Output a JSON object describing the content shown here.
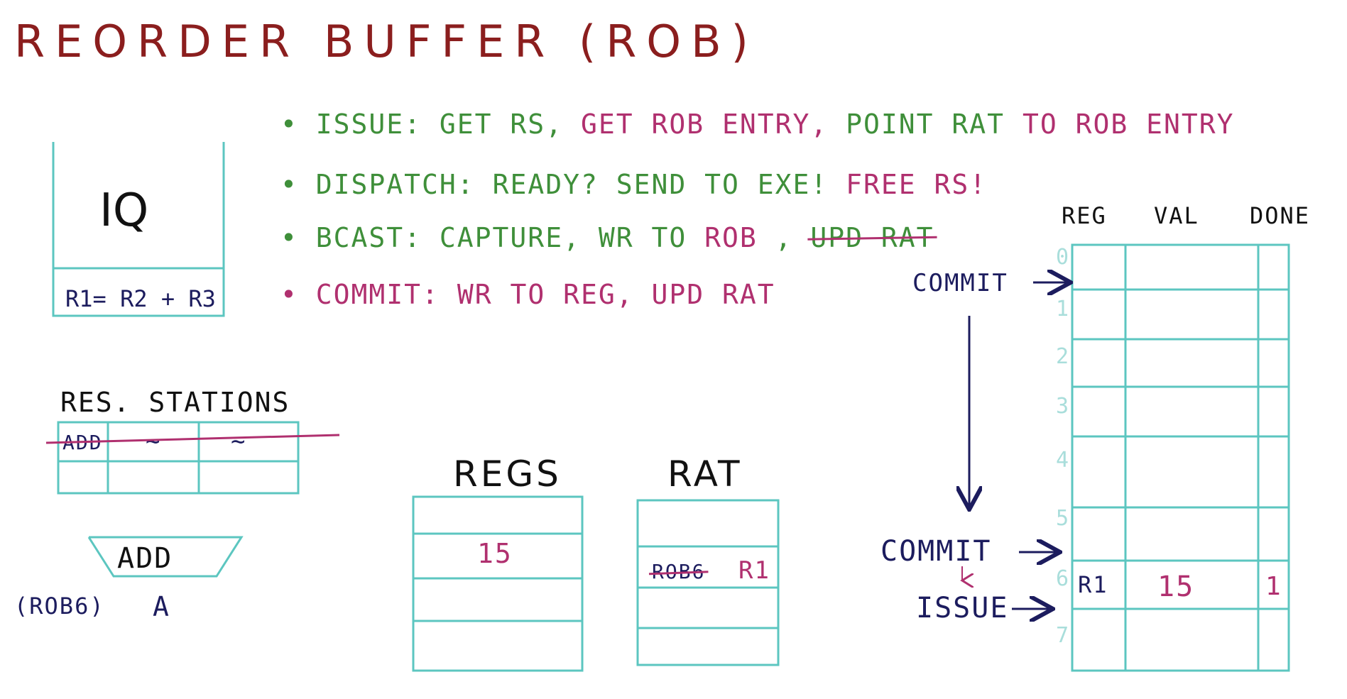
{
  "title": "REORDER BUFFER (ROB)",
  "colors": {
    "title": "#8b1e1e",
    "green": "#3f8f3a",
    "magenta": "#b0306f",
    "navy": "#1c1c5e",
    "teal": "#5cc6c0",
    "black": "#111111",
    "slot_numbers": "#a9dedb"
  },
  "steps": {
    "issue": {
      "name": "ISSUE",
      "part1": "GET RS,",
      "part2": "GET ROB ENTRY,",
      "part3": "POINT RAT",
      "part4": "TO ROB ENTRY"
    },
    "dispatch": {
      "name": "DISPATCH",
      "part1": "READY? SEND TO EXE!",
      "part2": "FREE RS!"
    },
    "bcast": {
      "name": "BCAST",
      "part1": "CAPTURE, WR TO",
      "part2": "ROB",
      "struck": "UPD RAT"
    },
    "commit": {
      "name": "COMMIT",
      "text": "WR TO REG, UPD RAT"
    }
  },
  "iq": {
    "label": "IQ",
    "entry": "R1= R2 + R3"
  },
  "res_stations": {
    "label": "RES. STATIONS",
    "entries": [
      "ADD",
      "~",
      "~"
    ]
  },
  "adder": {
    "label": "ADD",
    "tag": "(ROB6)",
    "result": "A"
  },
  "regs": {
    "label": "REGS",
    "value": "15"
  },
  "rat": {
    "label": "RAT",
    "struck": "ROB6",
    "value": "R1"
  },
  "rob": {
    "headers": [
      "REG",
      "VAL",
      "DONE"
    ],
    "slots": [
      "0",
      "1",
      "2",
      "3",
      "4",
      "5",
      "6",
      "7"
    ],
    "entry6": {
      "reg": "R1",
      "val": "15",
      "done": "1"
    },
    "pointers": {
      "commit_old": "COMMIT",
      "commit_new": "COMMIT",
      "issue": "ISSUE"
    }
  }
}
